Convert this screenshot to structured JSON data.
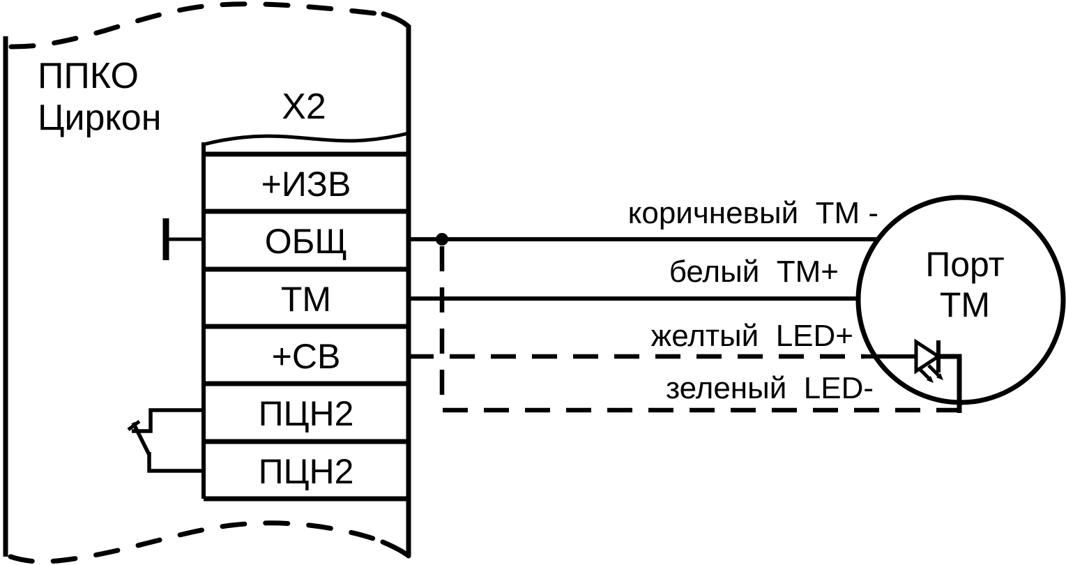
{
  "colors": {
    "ink": "#000000",
    "paper": "#ffffff"
  },
  "device": {
    "title": "ППКО\nЦиркон",
    "connector": {
      "name": "X2",
      "terminals": [
        "+ИЗВ",
        "ОБЩ",
        "ТМ",
        "+СВ",
        "ПЦН2",
        "ПЦН2"
      ]
    }
  },
  "reader": {
    "title": "Порт\nТМ"
  },
  "wires": {
    "tm_minus": {
      "label": "коричневый  ТМ -",
      "from_terminal": "ОБЩ",
      "style": "solid"
    },
    "tm_plus": {
      "label": "белый  ТМ+",
      "from_terminal": "ТМ",
      "style": "solid"
    },
    "led_plus": {
      "label": "желтый  LED+",
      "from_terminal": "+СВ",
      "style": "dashed"
    },
    "led_minus": {
      "label": "зеленый  LED-",
      "from_terminal": "ОБЩ",
      "style": "dashed"
    }
  }
}
